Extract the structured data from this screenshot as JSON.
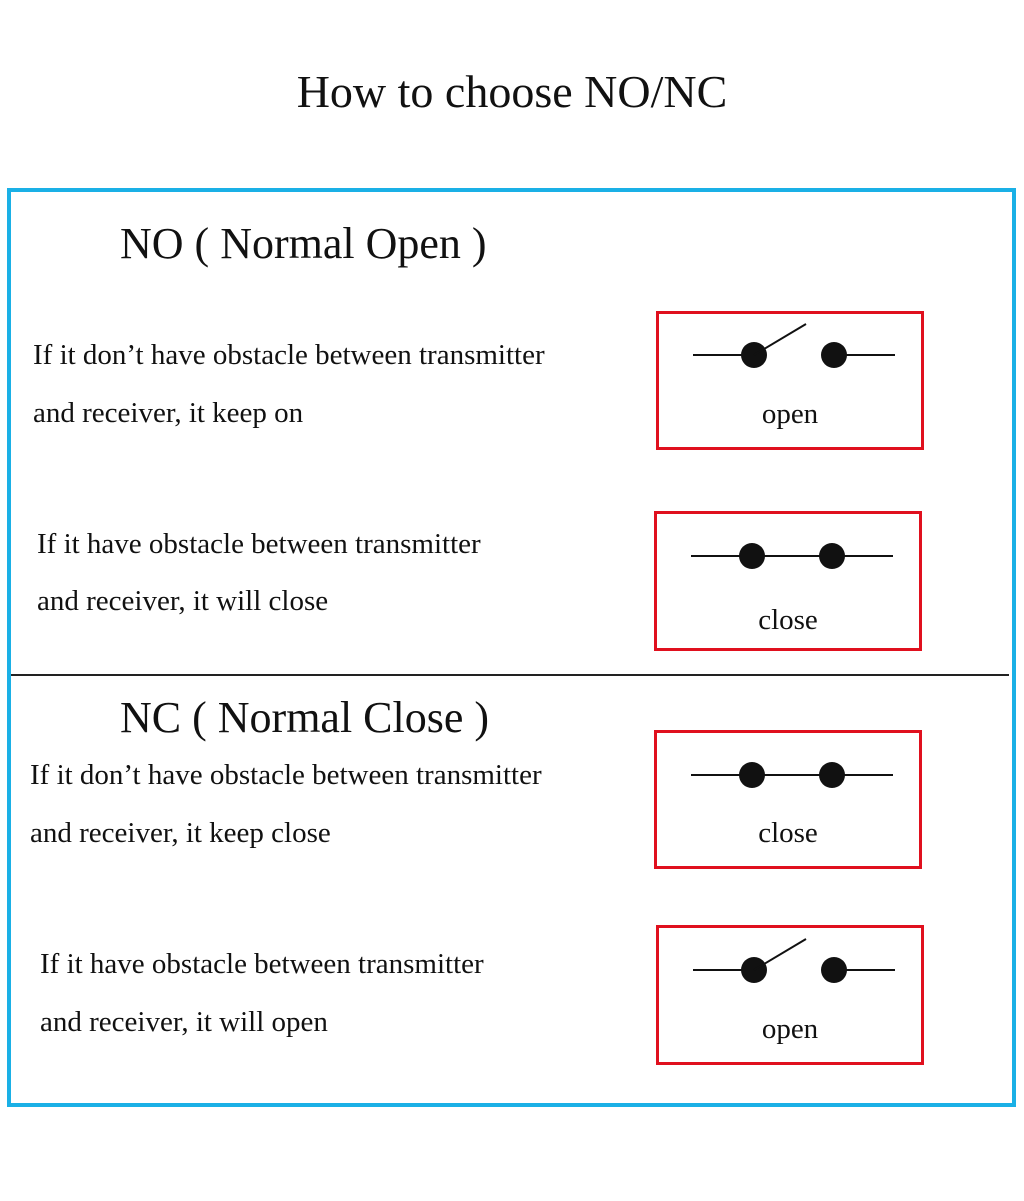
{
  "title": "How to choose NO/NC",
  "colors": {
    "frame": "#1ab0e6",
    "switch_box": "#e0101e"
  },
  "sections": [
    {
      "heading": "NO ( Normal Open )",
      "rows": [
        {
          "line1": "If it don’t have obstacle between transmitter",
          "line2": "and receiver, it keep on",
          "state": "open",
          "label": "open"
        },
        {
          "line1": "If it have obstacle between transmitter",
          "line2": "and receiver, it will close",
          "state": "close",
          "label": "close"
        }
      ]
    },
    {
      "heading": "NC ( Normal Close )",
      "rows": [
        {
          "line1": "If it don’t have obstacle between transmitter",
          "line2": "and receiver, it keep close",
          "state": "close",
          "label": "close"
        },
        {
          "line1": "If it have obstacle between transmitter",
          "line2": "and receiver, it will open",
          "state": "open",
          "label": "open"
        }
      ]
    }
  ]
}
